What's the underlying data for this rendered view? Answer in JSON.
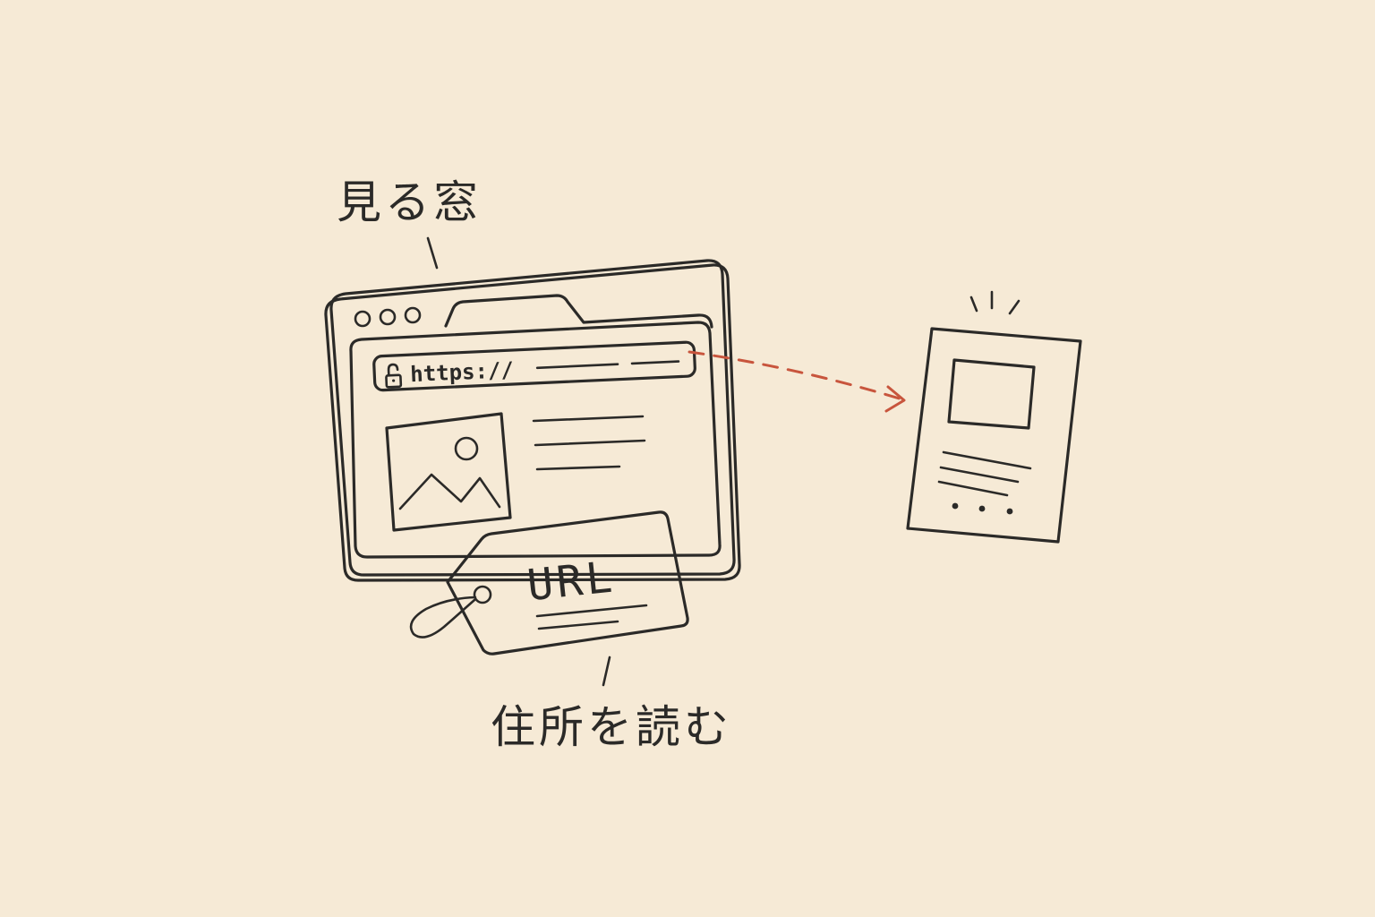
{
  "labels": {
    "window_label": "見る窓",
    "address_label": "住所を読む"
  },
  "browser": {
    "address_text": "https://",
    "lock_icon": "lock-icon"
  },
  "tag": {
    "text": "URL"
  },
  "colors": {
    "ink": "#2b2a28",
    "accent": "#c8553d",
    "background": "#f6ead6"
  }
}
